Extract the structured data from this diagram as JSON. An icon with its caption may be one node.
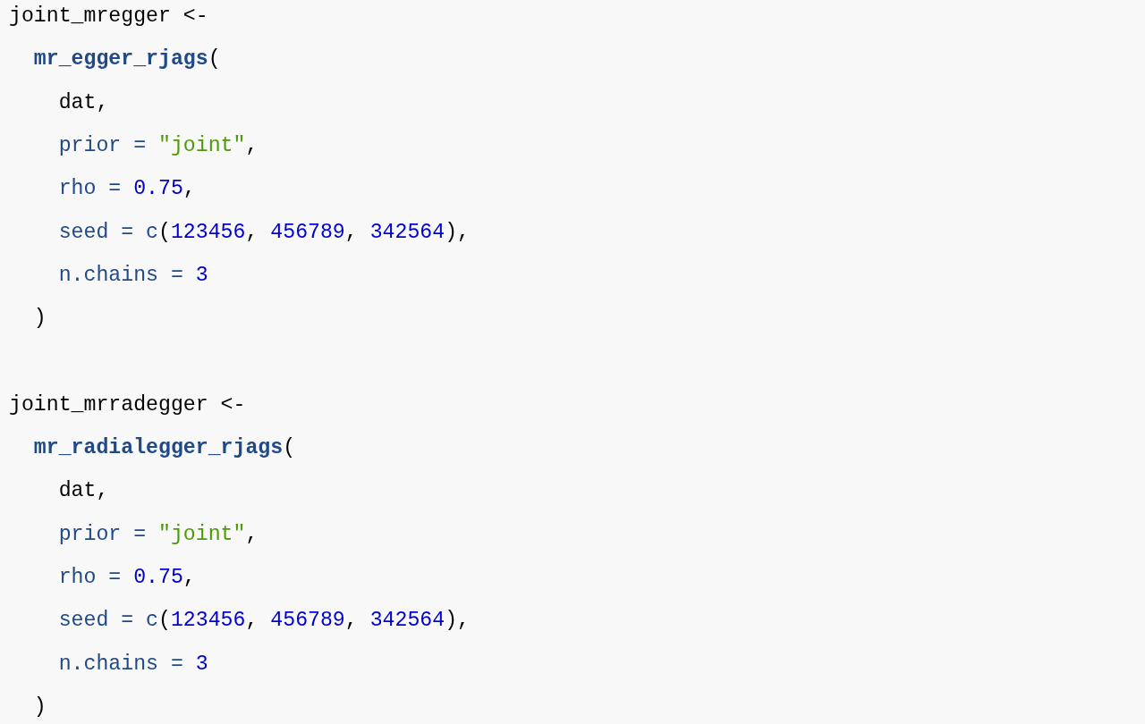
{
  "diagram": {
    "labels": [
      "joint_mregger <-",
      "**mr_egger_rjags**(",
      "dat,",
      "prior = \"joint\",",
      "rho = 0.75,",
      "seed = c(123456, 456789, 342564),",
      "n.chains = 3",
      ")",
      "joint_mrradegger <-",
      "**mr_radialegger_rjags**(",
      "dat,",
      "prior = \"joint\",",
      "rho = 0.75,",
      "seed = c(123456, 456789, 342564),",
      "n.chains = 3",
      ")"
    ]
  }
}
